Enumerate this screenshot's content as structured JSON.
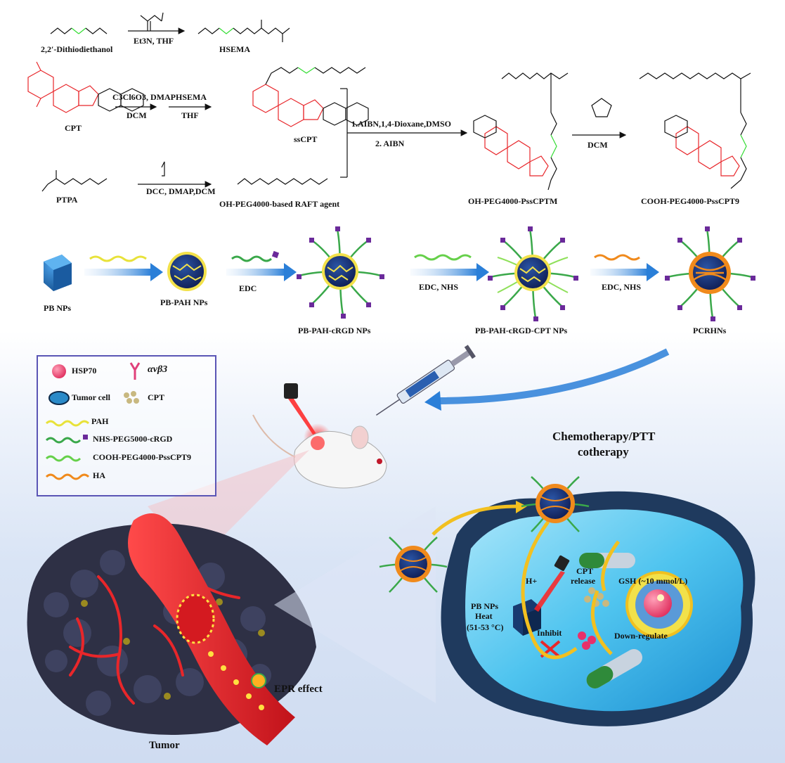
{
  "synthesis": {
    "dithiodiethanol": "2,2′-Dithiodiethanol",
    "cond1": "Et3N, THF",
    "hsema": "HSEMA",
    "cpt": "CPT",
    "cond2_top": "C3Cl6O3, DMAP",
    "cond2_bottom": "DCM",
    "cond3_top": "HSEMA",
    "cond3_bottom": "THF",
    "sscpt": "ssCPT",
    "ptpa": "PTPA",
    "cond4": "DCC, DMAP,DCM",
    "raft": "OH-PEG4000-based RAFT agent",
    "cond5_top": "1.AIBN,1,4-Dioxane,DMSO",
    "cond5_bottom": "2. AIBN",
    "ohpeg": "OH-PEG4000-PssCPTM",
    "cond6": "DCM",
    "coohpeg": "COOH-PEG4000-PssCPT9"
  },
  "assembly": {
    "pb": "PB NPs",
    "pbpah": "PB-PAH NPs",
    "edc1": "EDC",
    "pbpahcrgd": "PB-PAH-cRGD NPs",
    "edcnhs1": "EDC, NHS",
    "pbpahcrgdcpt": "PB-PAH-cRGD-CPT NPs",
    "edcnhs2": "EDC, NHS",
    "pcrhns": "PCRHNs"
  },
  "legend": {
    "hsp70": "HSP70",
    "avb3": "αvβ3",
    "tumorcell": "Tumor cell",
    "cpt": "CPT",
    "pah": "PAH",
    "nhs": "NHS-PEG5000-cRGD",
    "cooh": "COOH-PEG4000-PssCPT9",
    "ha": "HA"
  },
  "bottom": {
    "therapy1": "Chemotherapy/PTT",
    "therapy2": "cotherapy",
    "hplus": "H+",
    "cptrelease1": "CPT",
    "cptrelease2": "release",
    "gsh": "GSH (~10 mmol/L)",
    "pbheat1": "PB NPs",
    "pbheat2": "Heat",
    "pbheat3": "(51-53 °C)",
    "inhibit": "Inhibit",
    "downreg": "Down-regulate",
    "epr": "EPR effect",
    "tumor": "Tumor"
  },
  "colors": {
    "red": "#e8262a",
    "green_s": "#33dd33",
    "blue_arrow": "#2a7fd8",
    "legend_border": "#5a55b5"
  }
}
